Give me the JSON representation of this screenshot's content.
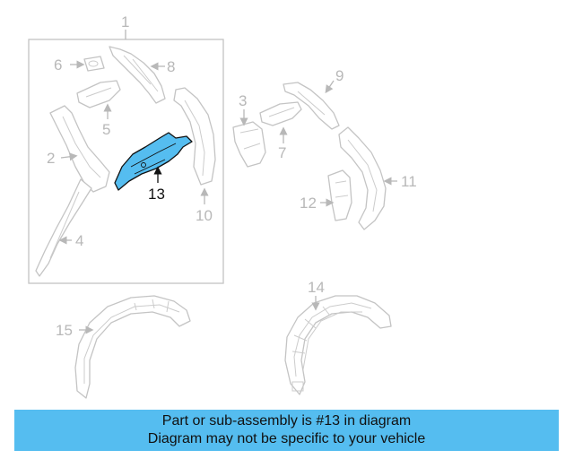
{
  "diagram": {
    "labels": {
      "l1": "1",
      "l2": "2",
      "l3": "3",
      "l4": "4",
      "l5": "5",
      "l6": "6",
      "l7": "7",
      "l8": "8",
      "l9": "9",
      "l10": "10",
      "l11": "11",
      "l12": "12",
      "l13": "13",
      "l14": "14",
      "l15": "15"
    },
    "highlighted_part": "13",
    "colors": {
      "highlight": "#55bdf0",
      "outline": "#c4c4c4",
      "label": "#b8b8b8"
    }
  },
  "banner": {
    "line1": "Part or sub-assembly is #13 in diagram",
    "line2": "Diagram may not be specific to your vehicle"
  }
}
